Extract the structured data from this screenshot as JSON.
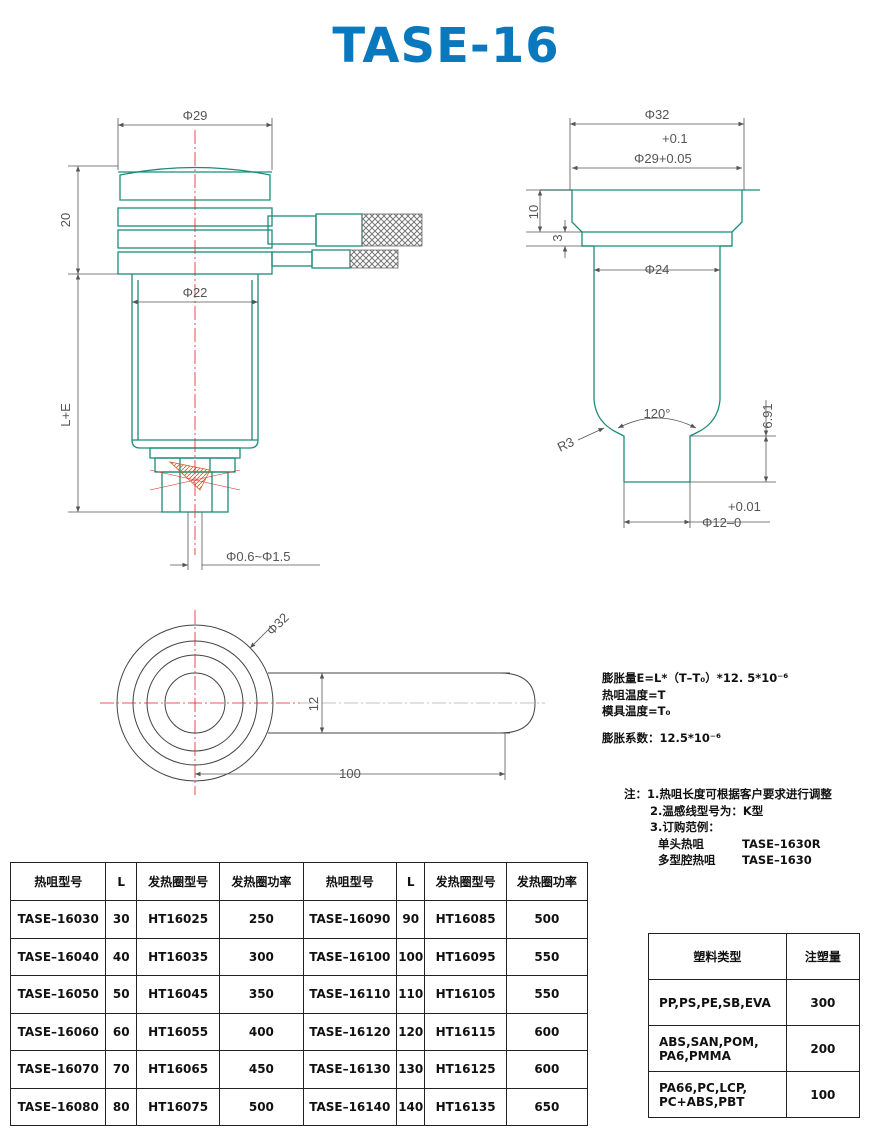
{
  "title": "TASE-16",
  "dims": {
    "phi29": "Φ29",
    "d20": "20",
    "phi22": "Φ22",
    "le": "L+E",
    "pin": "Φ0.6~Φ1.5",
    "phi32": "Φ32",
    "tol_top": "+0.1",
    "phi29tol": "Φ29+0.05",
    "d10": "10",
    "d3": "3",
    "phi24": "Φ24",
    "angle": "120°",
    "r3": "R3",
    "d691": "6.91",
    "tol_bot": "+0.01",
    "phi12": "Φ12–0",
    "phi32b": "Φ32",
    "d12": "12",
    "d100": "100"
  },
  "formula": {
    "line1": "膨胀量E=L*（T–T₀）*12. 5*10⁻⁶",
    "line2": "热咀温度=T",
    "line3": "模具温度=T₀",
    "line4": "膨胀系数：12.5*10⁻⁶"
  },
  "notes": {
    "n1": "注：1.热咀长度可根据客户要求进行调整",
    "n2": "2.温感线型号为：K型",
    "n3": "3.订购范例：",
    "ex1_label": "单头热咀",
    "ex1_val": "TASE–1630R",
    "ex2_label": "多型腔热咀",
    "ex2_val": "TASE–1630"
  },
  "spec_table": {
    "headers": [
      "热咀型号",
      "L",
      "发热圈型号",
      "发热圈功率",
      "热咀型号",
      "L",
      "发热圈型号",
      "发热圈功率"
    ],
    "rows": [
      [
        "TASE–16030",
        "30",
        "HT16025",
        "250",
        "TASE–16090",
        "90",
        "HT16085",
        "500"
      ],
      [
        "TASE–16040",
        "40",
        "HT16035",
        "300",
        "TASE–16100",
        "100",
        "HT16095",
        "550"
      ],
      [
        "TASE–16050",
        "50",
        "HT16045",
        "350",
        "TASE–16110",
        "110",
        "HT16105",
        "550"
      ],
      [
        "TASE–16060",
        "60",
        "HT16055",
        "400",
        "TASE–16120",
        "120",
        "HT16115",
        "600"
      ],
      [
        "TASE–16070",
        "70",
        "HT16065",
        "450",
        "TASE–16130",
        "130",
        "HT16125",
        "600"
      ],
      [
        "TASE–16080",
        "80",
        "HT16075",
        "500",
        "TASE–16140",
        "140",
        "HT16135",
        "650"
      ]
    ]
  },
  "plastic_table": {
    "headers": [
      "塑料类型",
      "注塑量"
    ],
    "rows": [
      [
        "PP,PS,PE,SB,EVA",
        "300"
      ],
      [
        "ABS,SAN,POM,\nPA6,PMMA",
        "200"
      ],
      [
        "PA66,PC,LCP,\nPC+ABS,PBT",
        "100"
      ]
    ]
  },
  "colors": {
    "title": "#0a78bd",
    "outline": "#1a8c7a",
    "centerline": "#e02020",
    "dim": "#555555"
  }
}
